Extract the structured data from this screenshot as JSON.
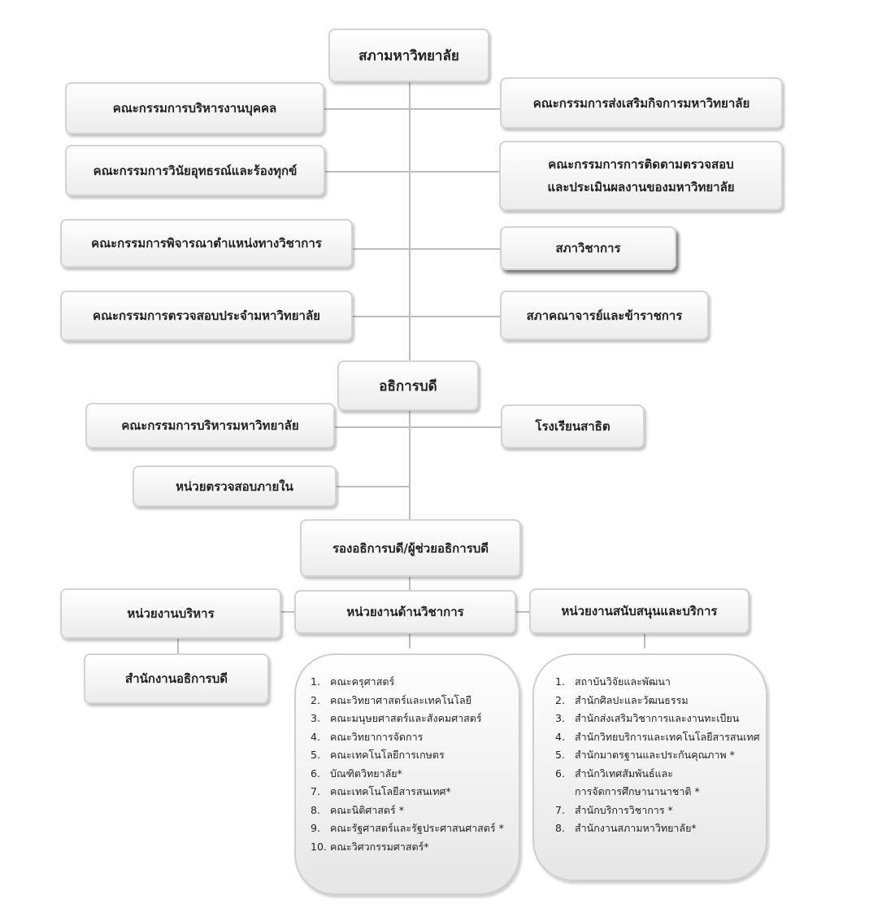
{
  "council": "สภามหาวิทยาลัย",
  "council_committees_left": [
    "คณะกรรมการบริหารงานบุคคล",
    "คณะกรรมการวินัยอุทธรณ์และร้องทุกข์",
    "คณะกรรมการพิจารณาตำแหน่งทางวิชาการ",
    "คณะกรรมการตรวจสอบประจำมหาวิทยาลัย"
  ],
  "council_committees_right": [
    "คณะกรรมการส่งเสริมกิจการมหาวิทยาลัย",
    "คณะกรรมการการติดตามตรวจสอบ\nและประเมินผลงานของมหาวิทยาลัย",
    "สภาวิชาการ",
    "สภาคณาจารย์และข้าราชการ"
  ],
  "president": "อธิการบดี",
  "president_left": [
    "คณะกรรมการบริหารมหาวิทยาลัย",
    "หน่วยตรวจสอบภายใน"
  ],
  "president_right": [
    "โรงเรียนสาธิต"
  ],
  "vice_president": "รองอธิการบดี/ผู้ช่วยอธิการบดี",
  "units": {
    "admin": "หน่วยงานบริหาร",
    "academic": "หน่วยงานด้านวิชาการ",
    "support": "หน่วยงานสนับสนุนและบริการ"
  },
  "admin_office": "สำนักงานอธิการบดี",
  "academic_list": [
    {
      "n": "1.",
      "t": "คณะครุศาสตร์"
    },
    {
      "n": "2.",
      "t": "คณะวิทยาศาสตร์และเทคโนโลยี"
    },
    {
      "n": "3.",
      "t": "คณะมนุษยศาสตร์และสังคมศาสตร์"
    },
    {
      "n": "4.",
      "t": "คณะวิทยาการจัดการ"
    },
    {
      "n": "5.",
      "t": "คณะเทคโนโลยีการเกษตร"
    },
    {
      "n": "6.",
      "t": "บัณฑิตวิทยาลัย*"
    },
    {
      "n": "7.",
      "t": "คณะเทคโนโลยีสารสนเทศ*"
    },
    {
      "n": "8.",
      "t": "คณะนิติศาสตร์ *"
    },
    {
      "n": "9.",
      "t": "คณะรัฐศาสตร์และรัฐประศาสนศาสตร์ *"
    },
    {
      "n": "10.",
      "t": "คณะวิศวกรรมศาสตร์*"
    }
  ],
  "support_list": [
    {
      "n": "1.",
      "t": "สถาบันวิจัยและพัฒนา"
    },
    {
      "n": "2.",
      "t": "สำนักศิลปะและวัฒนธรรม"
    },
    {
      "n": "3.",
      "t": "สำนักส่งเสริมวิชาการและงานทะเบียน"
    },
    {
      "n": "4.",
      "t": "สำนักวิทยบริการและเทคโนโลยีสารสนเทศ"
    },
    {
      "n": "5.",
      "t": "สำนักมาตรฐานและประกันคุณภาพ *"
    },
    {
      "n": "6.",
      "t": "สำนักวิเทศสัมพันธ์และ"
    },
    {
      "n": "",
      "t": "การจัดการศึกษานานาชาติ *"
    },
    {
      "n": "7.",
      "t": "สำนักบริการวิชาการ *"
    },
    {
      "n": "8.",
      "t": "สำนักงานสภามหาวิทยาลัย*"
    }
  ]
}
